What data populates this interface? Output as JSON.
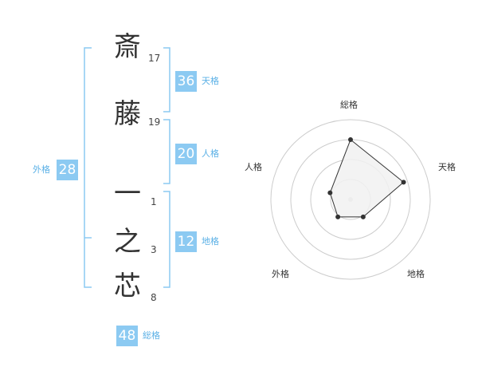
{
  "name_chars": [
    {
      "char": "斎",
      "strokes": "17"
    },
    {
      "char": "藤",
      "strokes": "19"
    },
    {
      "char": "一",
      "strokes": "1"
    },
    {
      "char": "之",
      "strokes": "3"
    },
    {
      "char": "芯",
      "strokes": "8"
    }
  ],
  "kaku": {
    "tenkaku": {
      "value": "36",
      "label": "天格"
    },
    "jinkaku": {
      "value": "20",
      "label": "人格"
    },
    "chikaku": {
      "value": "12",
      "label": "地格"
    },
    "gaikaku": {
      "value": "28",
      "label": "外格"
    },
    "soukaku": {
      "value": "48",
      "label": "総格"
    }
  },
  "radar": {
    "labels": {
      "top": "総格",
      "right": "天格",
      "bottom_right": "地格",
      "bottom_left": "外格",
      "left": "人格"
    },
    "axis_order": [
      "総格",
      "天格",
      "地格",
      "外格",
      "人格"
    ],
    "rings": 4,
    "values": [
      0.75,
      0.7,
      0.27,
      0.27,
      0.27
    ],
    "colors": {
      "ring": "#cccccc",
      "fill": "#f1f1f1",
      "stroke": "#333333",
      "point": "#333333",
      "center": "#cfcfcf"
    }
  },
  "colors": {
    "accent": "#8ccaf2",
    "bracket": "#8ccaf2"
  }
}
